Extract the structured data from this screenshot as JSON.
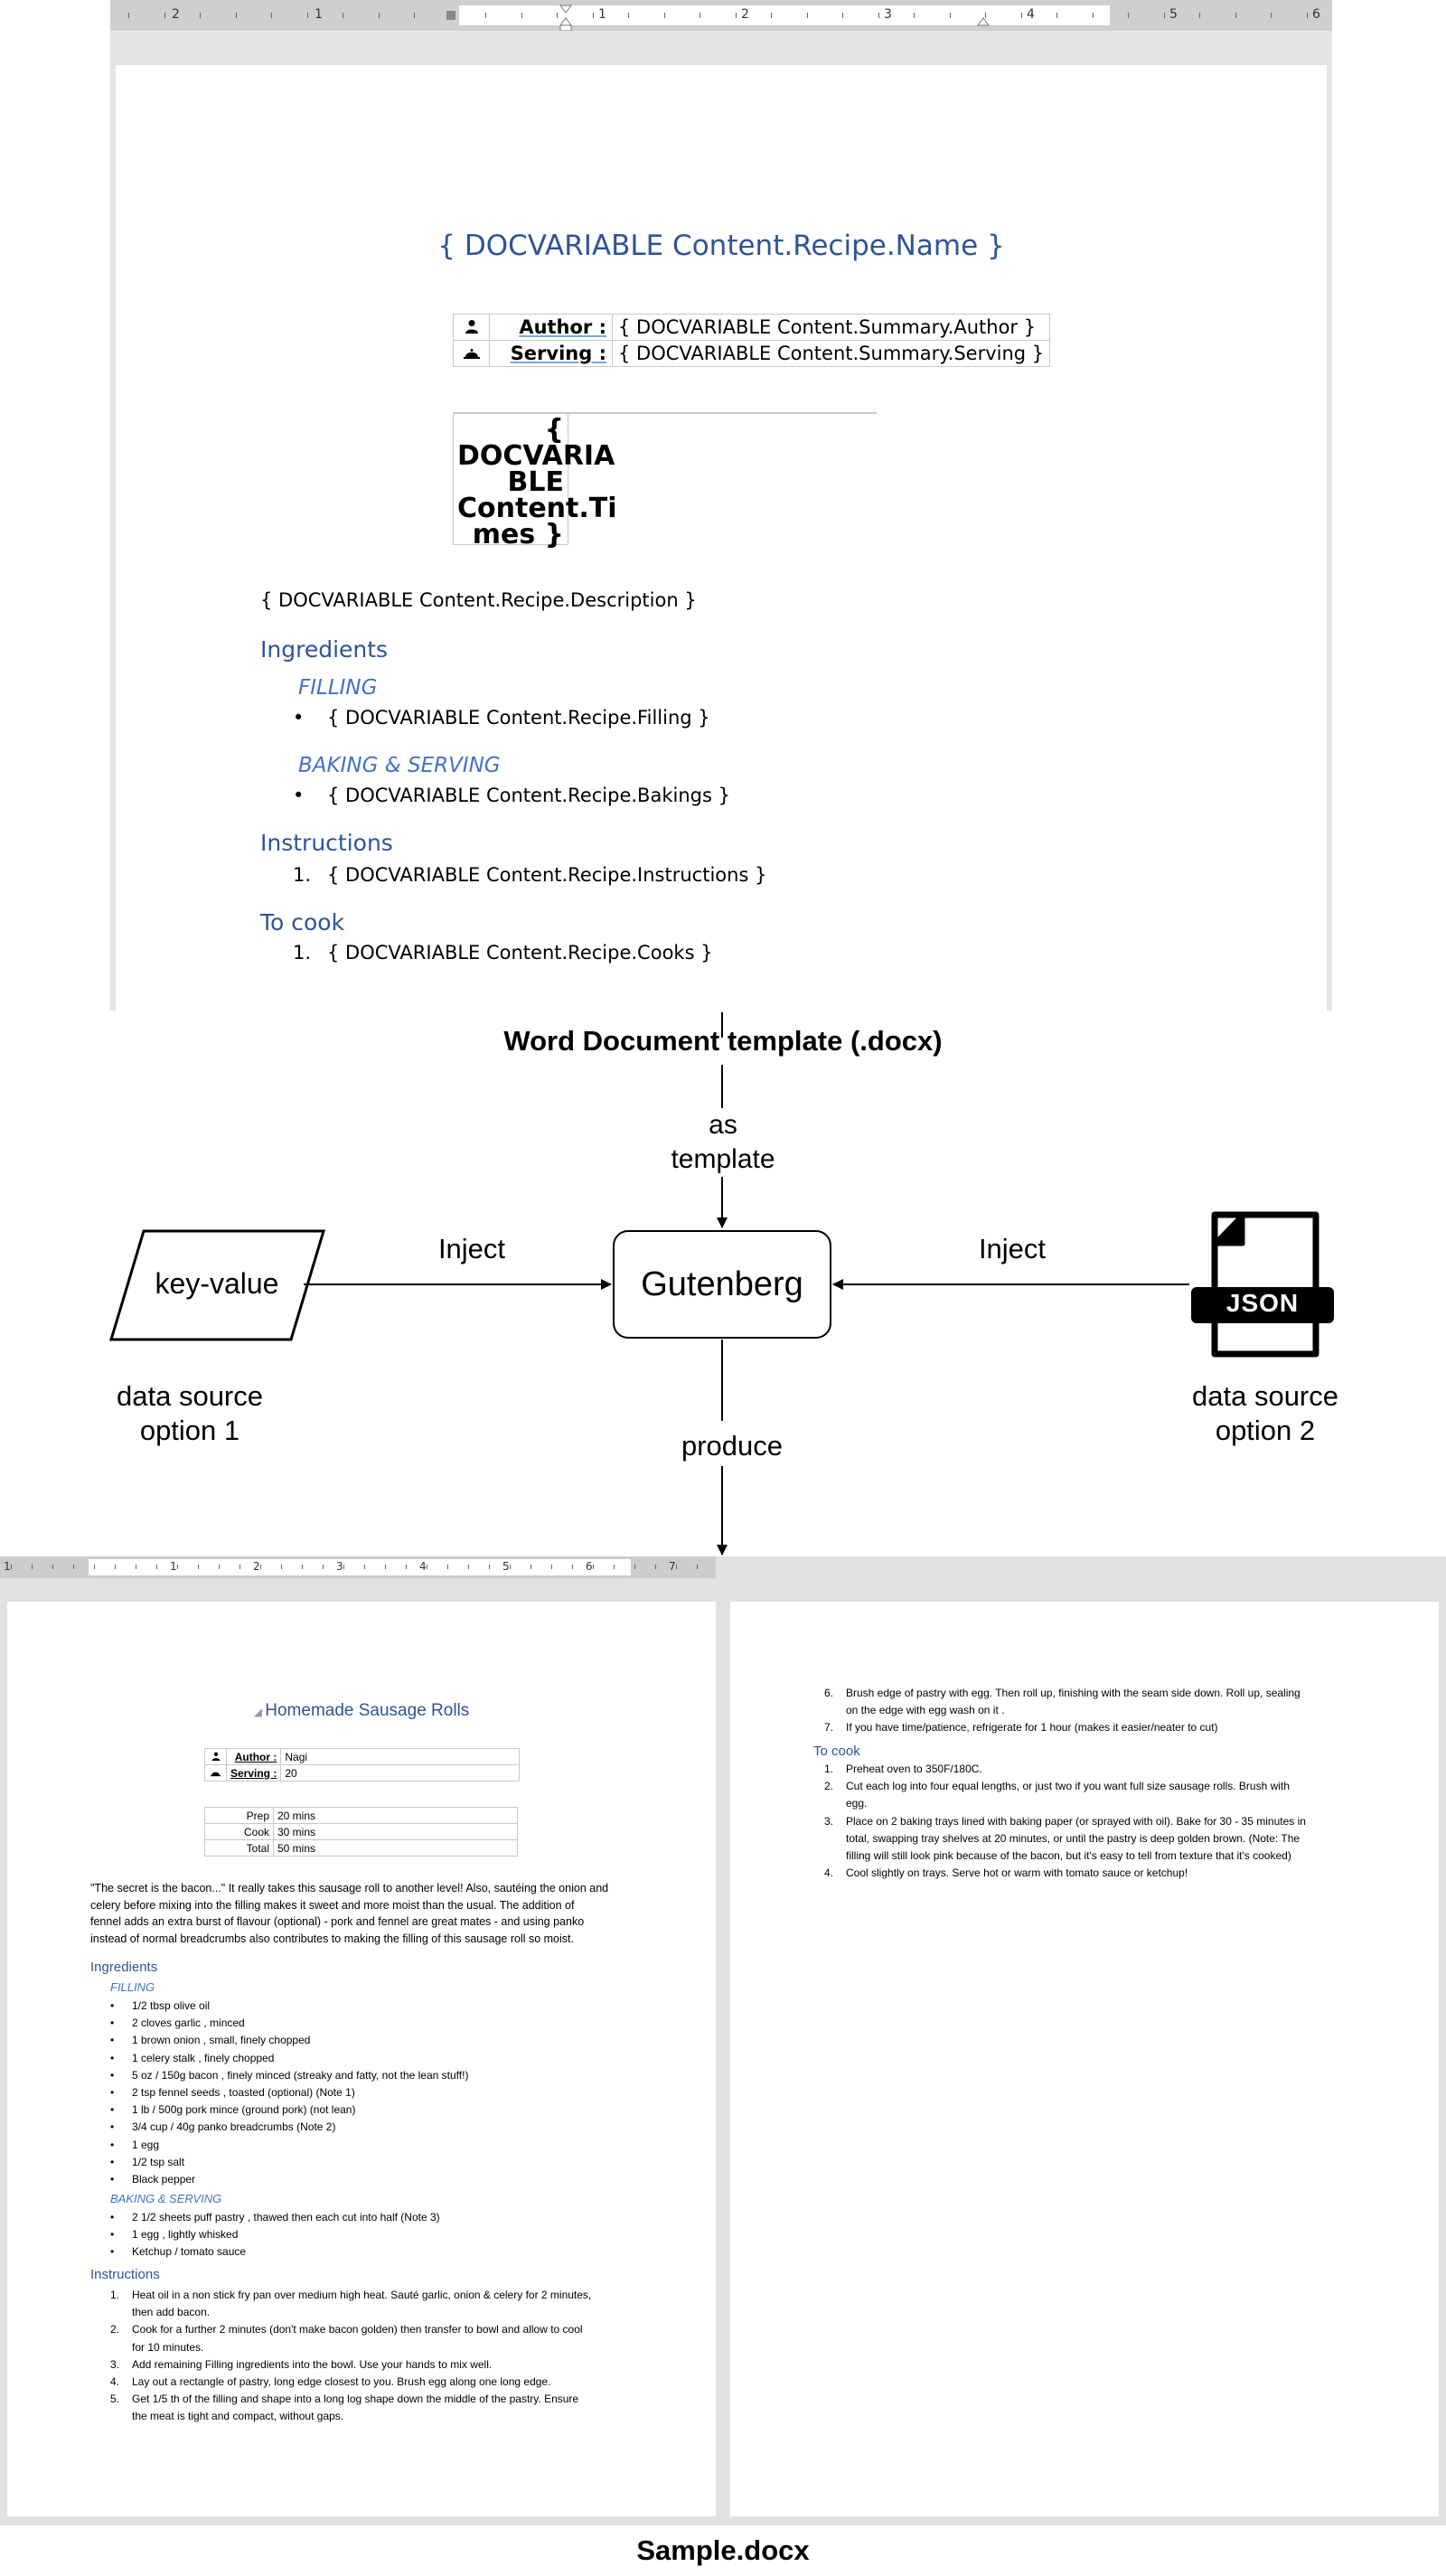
{
  "template_doc": {
    "ruler_numbers": [
      "2",
      "1",
      "1",
      "2",
      "3",
      "4",
      "5",
      "6"
    ],
    "title": "{ DOCVARIABLE  Content.Recipe.Name }",
    "summary": [
      {
        "icon": "person-icon",
        "label": "Author :",
        "value": "{ DOCVARIABLE  Content.Summary.Author }"
      },
      {
        "icon": "serving-cloche-icon",
        "label": "Serving :",
        "value": "{ DOCVARIABLE  Content.Summary.Serving }"
      }
    ],
    "times_lines": [
      "{",
      "DOCVARIA",
      "BLE",
      "Content.Ti",
      "mes }"
    ],
    "description": "{ DOCVARIABLE  Content.Recipe.Description }",
    "ingredients_heading": "Ingredients",
    "filling_heading": "FILLING",
    "filling_item": "{ DOCVARIABLE  Content.Recipe.Filling }",
    "baking_heading": "BAKING & SERVING",
    "baking_item": "{ DOCVARIABLE  Content.Recipe.Bakings }",
    "instructions_heading": "Instructions",
    "instructions_number": "1.",
    "instructions_item": "{ DOCVARIABLE  Content.Recipe.Instructions }",
    "cook_heading": "To cook",
    "cook_number": "1.",
    "cook_item": "{ DOCVARIABLE  Content.Recipe.Cooks }"
  },
  "diagram": {
    "template_label": "Word Document template (.docx)",
    "as_template_label": [
      "as",
      "template"
    ],
    "gutenberg_label": "Gutenberg",
    "key_value_label": "key-value",
    "json_label": "JSON",
    "inject_left_label": "Inject",
    "inject_right_label": "Inject",
    "produce_label": "produce",
    "source1_label": [
      "data source",
      "option 1"
    ],
    "source2_label": [
      "data source",
      "option 2"
    ],
    "output_label": "Sample.docx"
  },
  "sample_doc": {
    "ruler_numbers": [
      "1",
      "1",
      "2",
      "3",
      "4",
      "5",
      "6",
      "7"
    ],
    "title": "Homemade Sausage Rolls",
    "summary": [
      {
        "icon": "person-icon",
        "label": "Author :",
        "value": "Nagi"
      },
      {
        "icon": "serving-cloche-icon",
        "label": "Serving :",
        "value": "20"
      }
    ],
    "times": [
      {
        "label": "Prep",
        "value": "20 mins"
      },
      {
        "label": "Cook",
        "value": "30 mins"
      },
      {
        "label": "Total",
        "value": "50 mins"
      }
    ],
    "description_lines": [
      "\"The secret is the bacon...\" It really takes this sausage roll to another level! Also, sautéing the onion and",
      "celery before mixing into the filling makes it sweet and more moist than the usual. The addition of",
      "fennel adds an extra burst of flavour (optional) - pork and fennel are great mates - and using panko",
      "instead of normal breadcrumbs also contributes to making the filling of this sausage roll so moist."
    ],
    "ingredients_heading": "Ingredients",
    "filling_heading": "FILLING",
    "filling_items": [
      "1/2 tbsp olive oil",
      "2 cloves garlic , minced",
      "1 brown onion , small, finely chopped",
      "1 celery stalk , finely chopped",
      "5 oz / 150g bacon , finely minced (streaky and fatty, not the lean stuff!)",
      "2 tsp fennel seeds , toasted (optional) (Note 1)",
      "1 lb / 500g pork mince (ground pork) (not lean)",
      "3/4 cup / 40g panko breadcrumbs (Note 2)",
      "1 egg",
      "1/2 tsp salt",
      "Black pepper"
    ],
    "baking_heading": "BAKING & SERVING",
    "baking_items": [
      "2 1/2 sheets puff pastry , thawed then each cut into half (Note 3)",
      "1 egg , lightly whisked",
      "Ketchup / tomato sauce"
    ],
    "instructions_heading": "Instructions",
    "instructions_page1": [
      {
        "n": "1.",
        "lines": [
          "Heat oil in a non stick fry pan over medium high heat. Sauté garlic, onion & celery for 2 minutes,",
          "then add bacon."
        ]
      },
      {
        "n": "2.",
        "lines": [
          "Cook for a further 2 minutes (don't make bacon golden) then transfer to bowl and allow to cool",
          "for 10 minutes."
        ]
      },
      {
        "n": "3.",
        "lines": [
          "Add remaining Filling ingredients into the bowl. Use your hands to mix well."
        ]
      },
      {
        "n": "4.",
        "lines": [
          "Lay out a rectangle of pastry, long edge closest to you. Brush egg along one long edge."
        ]
      },
      {
        "n": "5.",
        "lines": [
          "Get 1/5 th of the filling and shape into a long log shape down the middle of the pastry. Ensure",
          "the meat is tight and compact, without gaps."
        ]
      }
    ],
    "instructions_page2": [
      {
        "n": "6.",
        "lines": [
          "Brush edge of pastry with egg. Then roll up, finishing with the seam side down. Roll up, sealing",
          "on the edge with egg wash on it ."
        ]
      },
      {
        "n": "7.",
        "lines": [
          "If you have time/patience, refrigerate for 1 hour (makes it easier/neater to cut)"
        ]
      }
    ],
    "cook_heading": "To cook",
    "cook_items": [
      {
        "n": "1.",
        "lines": [
          "Preheat oven to 350F/180C."
        ]
      },
      {
        "n": "2.",
        "lines": [
          "Cut each log into four equal lengths, or just two if you want full size sausage rolls. Brush with",
          "egg."
        ]
      },
      {
        "n": "3.",
        "lines": [
          "Place on 2 baking trays lined with baking paper (or sprayed with oil). Bake for 30 - 35 minutes in",
          "total, swapping tray shelves at 20 minutes, or until the pastry is deep golden brown. (Note: The",
          "filling will still look pink because of the bacon, but it's easy to tell from texture that it's cooked)"
        ]
      },
      {
        "n": "4.",
        "lines": [
          "Cool slightly on trays. Serve hot or warm with tomato sauce or ketchup!"
        ]
      }
    ]
  }
}
